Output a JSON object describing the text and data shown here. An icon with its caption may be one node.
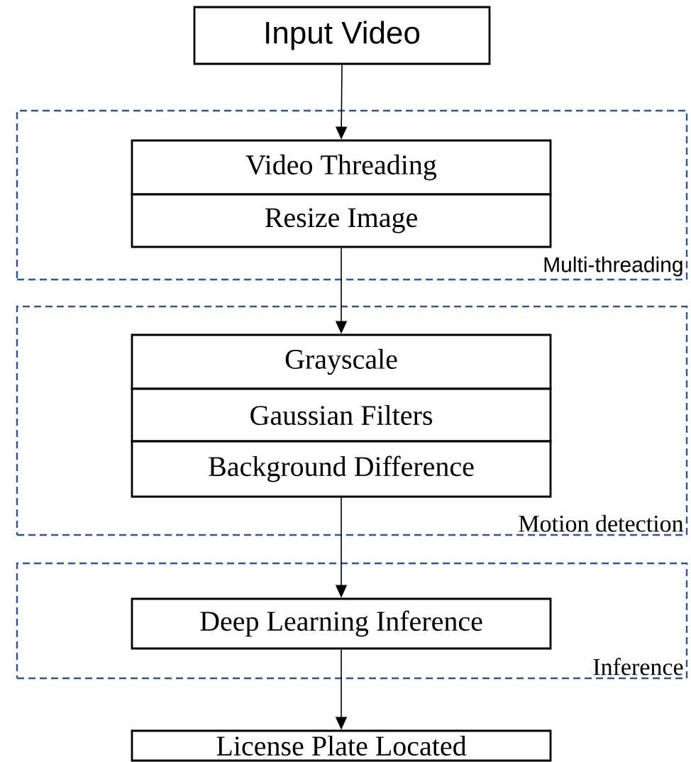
{
  "diagram": {
    "nodes": [
      {
        "text": [
          "Input Video"
        ]
      },
      {
        "text": [
          "Multi-threading"
        ]
      },
      {
        "text": [
          "Video Threading"
        ],
        "in": 1
      },
      {
        "text": [
          "Resize Image"
        ],
        "in": 1
      },
      {
        "text": [
          "Motion detection"
        ]
      },
      {
        "text": [
          "Grayscale"
        ],
        "in": 4
      },
      {
        "text": [
          "Gaussian Filters"
        ],
        "in": 4
      },
      {
        "text": [
          "Background Difference"
        ],
        "in": 4
      },
      {
        "text": [
          "Inference"
        ]
      },
      {
        "text": [
          "Deep Learning Inference"
        ],
        "in": 8
      },
      {
        "text": [
          "License Plate Located"
        ]
      }
    ],
    "edges": [
      {
        "from": 0,
        "to": 2,
        "arrow": "to"
      },
      {
        "from": 3,
        "to": 5,
        "arrow": "to"
      },
      {
        "from": 7,
        "to": 9,
        "arrow": "to"
      },
      {
        "from": 9,
        "to": 10,
        "arrow": "to"
      }
    ]
  }
}
